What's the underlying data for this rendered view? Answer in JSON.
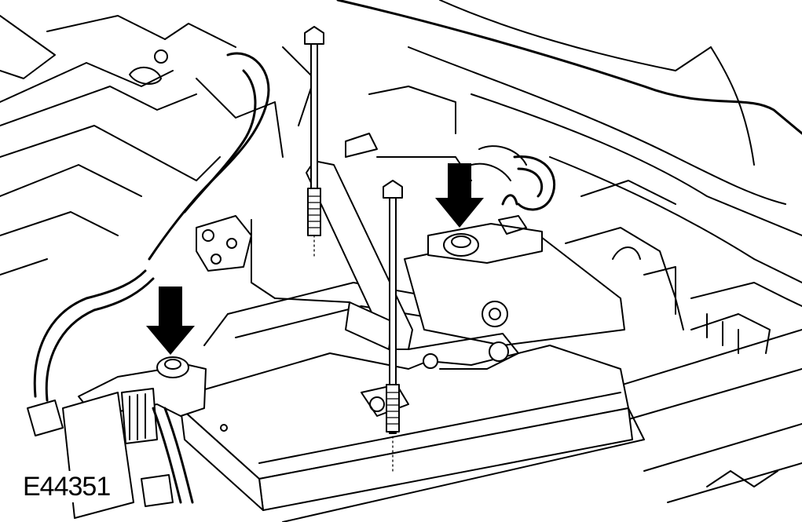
{
  "figure": {
    "code": "E44351"
  },
  "arrows": [
    {
      "id": "arrow-left",
      "points_to": "battery-negative-terminal"
    },
    {
      "id": "arrow-right",
      "points_to": "battery-positive-terminal"
    }
  ],
  "colors": {
    "line": "#000000",
    "background": "#ffffff"
  }
}
